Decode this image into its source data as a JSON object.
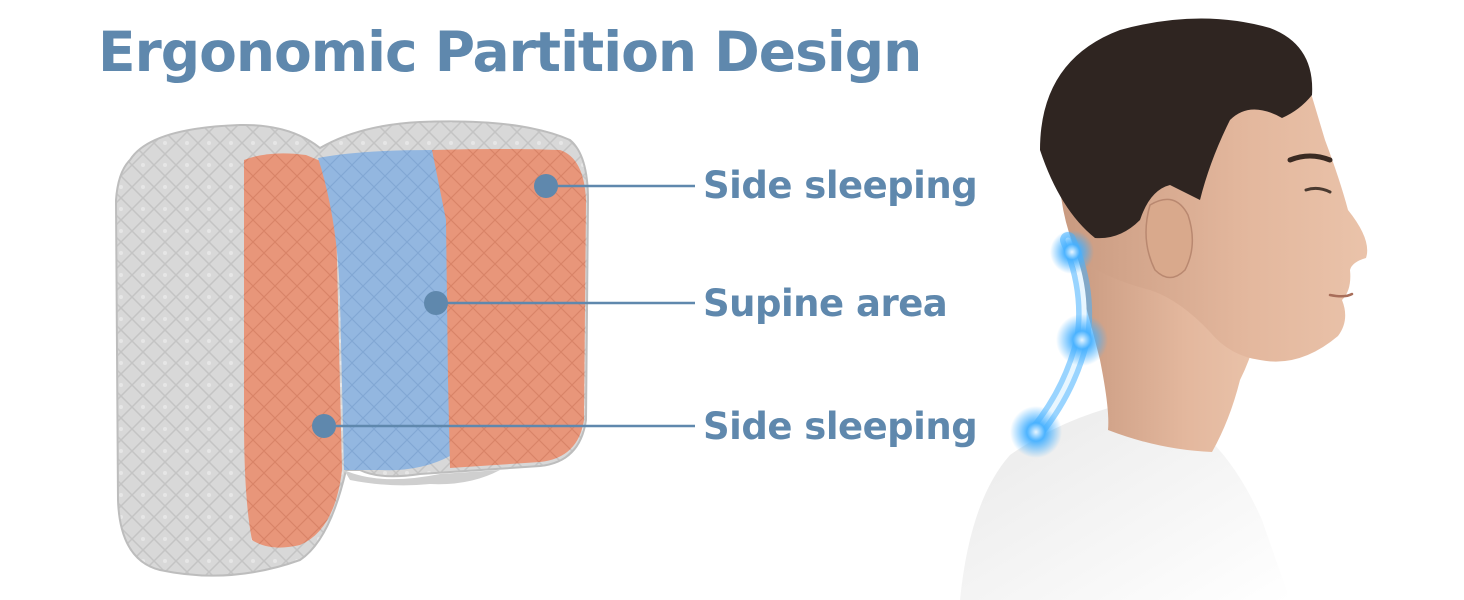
{
  "headline": "Ergonomic Partition Design",
  "callouts": {
    "top": "Side sleeping",
    "middle": "Supine area",
    "bottom": "Side sleeping"
  },
  "colors": {
    "heading_text": "#5f88ad",
    "side_zone": "#e8967a",
    "supine_zone": "#93b7e0",
    "pillow_fabric": "#d9d9d9",
    "callout_dot": "#5f88ad",
    "spine_glow": "#3aa7ff"
  }
}
